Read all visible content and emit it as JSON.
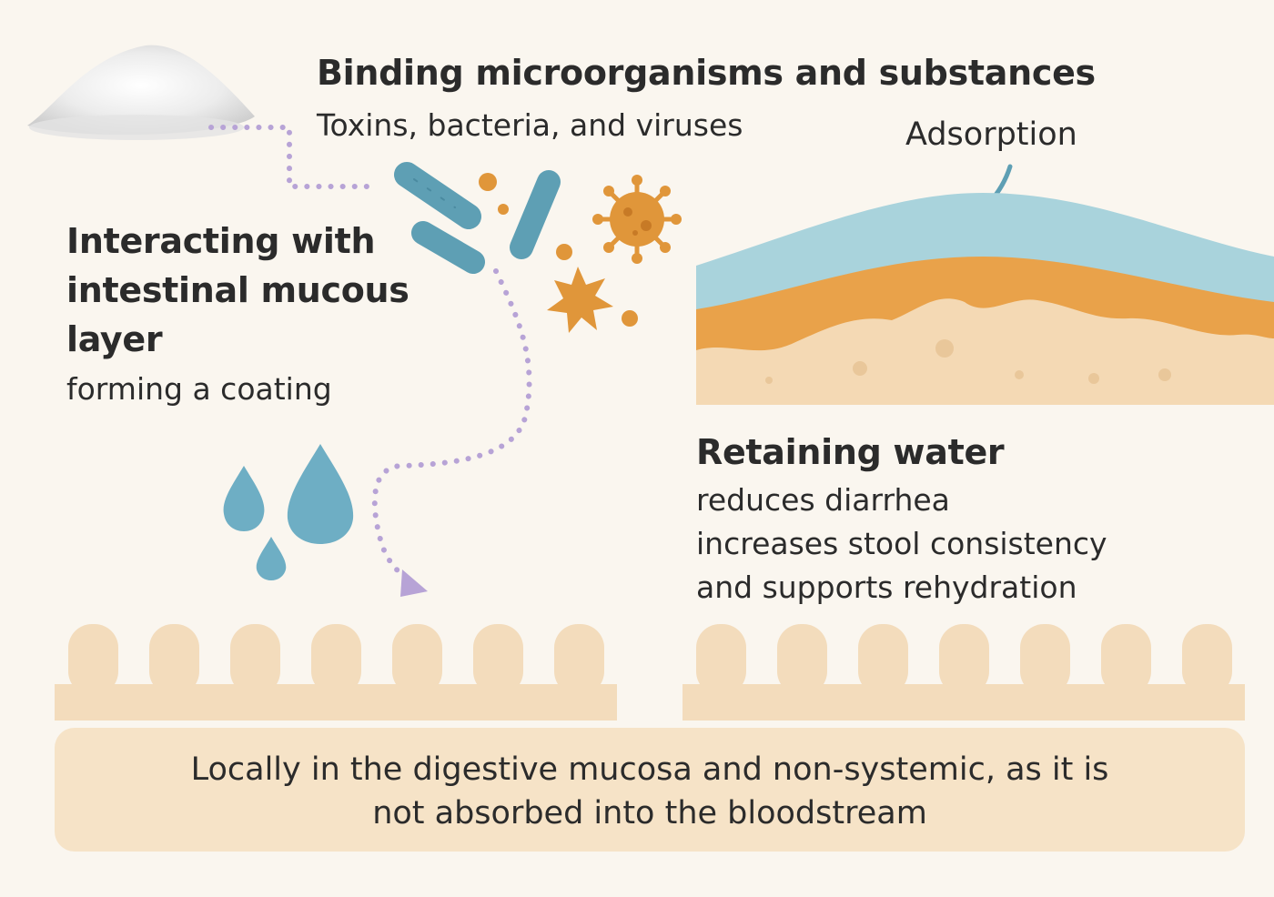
{
  "binding": {
    "title": "Binding microorganisms and substances",
    "subtitle": "Toxins, bacteria, and viruses"
  },
  "adsorption": {
    "label": "Adsorption"
  },
  "interacting": {
    "title": "Interacting with intestinal mucous layer",
    "subtitle": "forming a coating"
  },
  "water": {
    "title": "Retaining water",
    "lines": [
      "reduces diarrhea",
      "increases stool consistency",
      "and supports rehydration"
    ]
  },
  "footer": {
    "lines": [
      "Locally in the digestive mucosa and non-systemic, as it is",
      "not absorbed into the bloodstream"
    ]
  },
  "colors": {
    "background": "#faf6ef",
    "mucus_blue": "#a9d3dc",
    "tissue_orange": "#e9a24a",
    "tissue_beige": "#f4d9b4",
    "bacteria_teal": "#5e9fb4",
    "virus_orange": "#e0963a",
    "path_purple": "#b7a3d6",
    "water_blue": "#6eaec4",
    "villi_beige": "#f3dcbc",
    "footer_box": "#f6e3c7"
  }
}
